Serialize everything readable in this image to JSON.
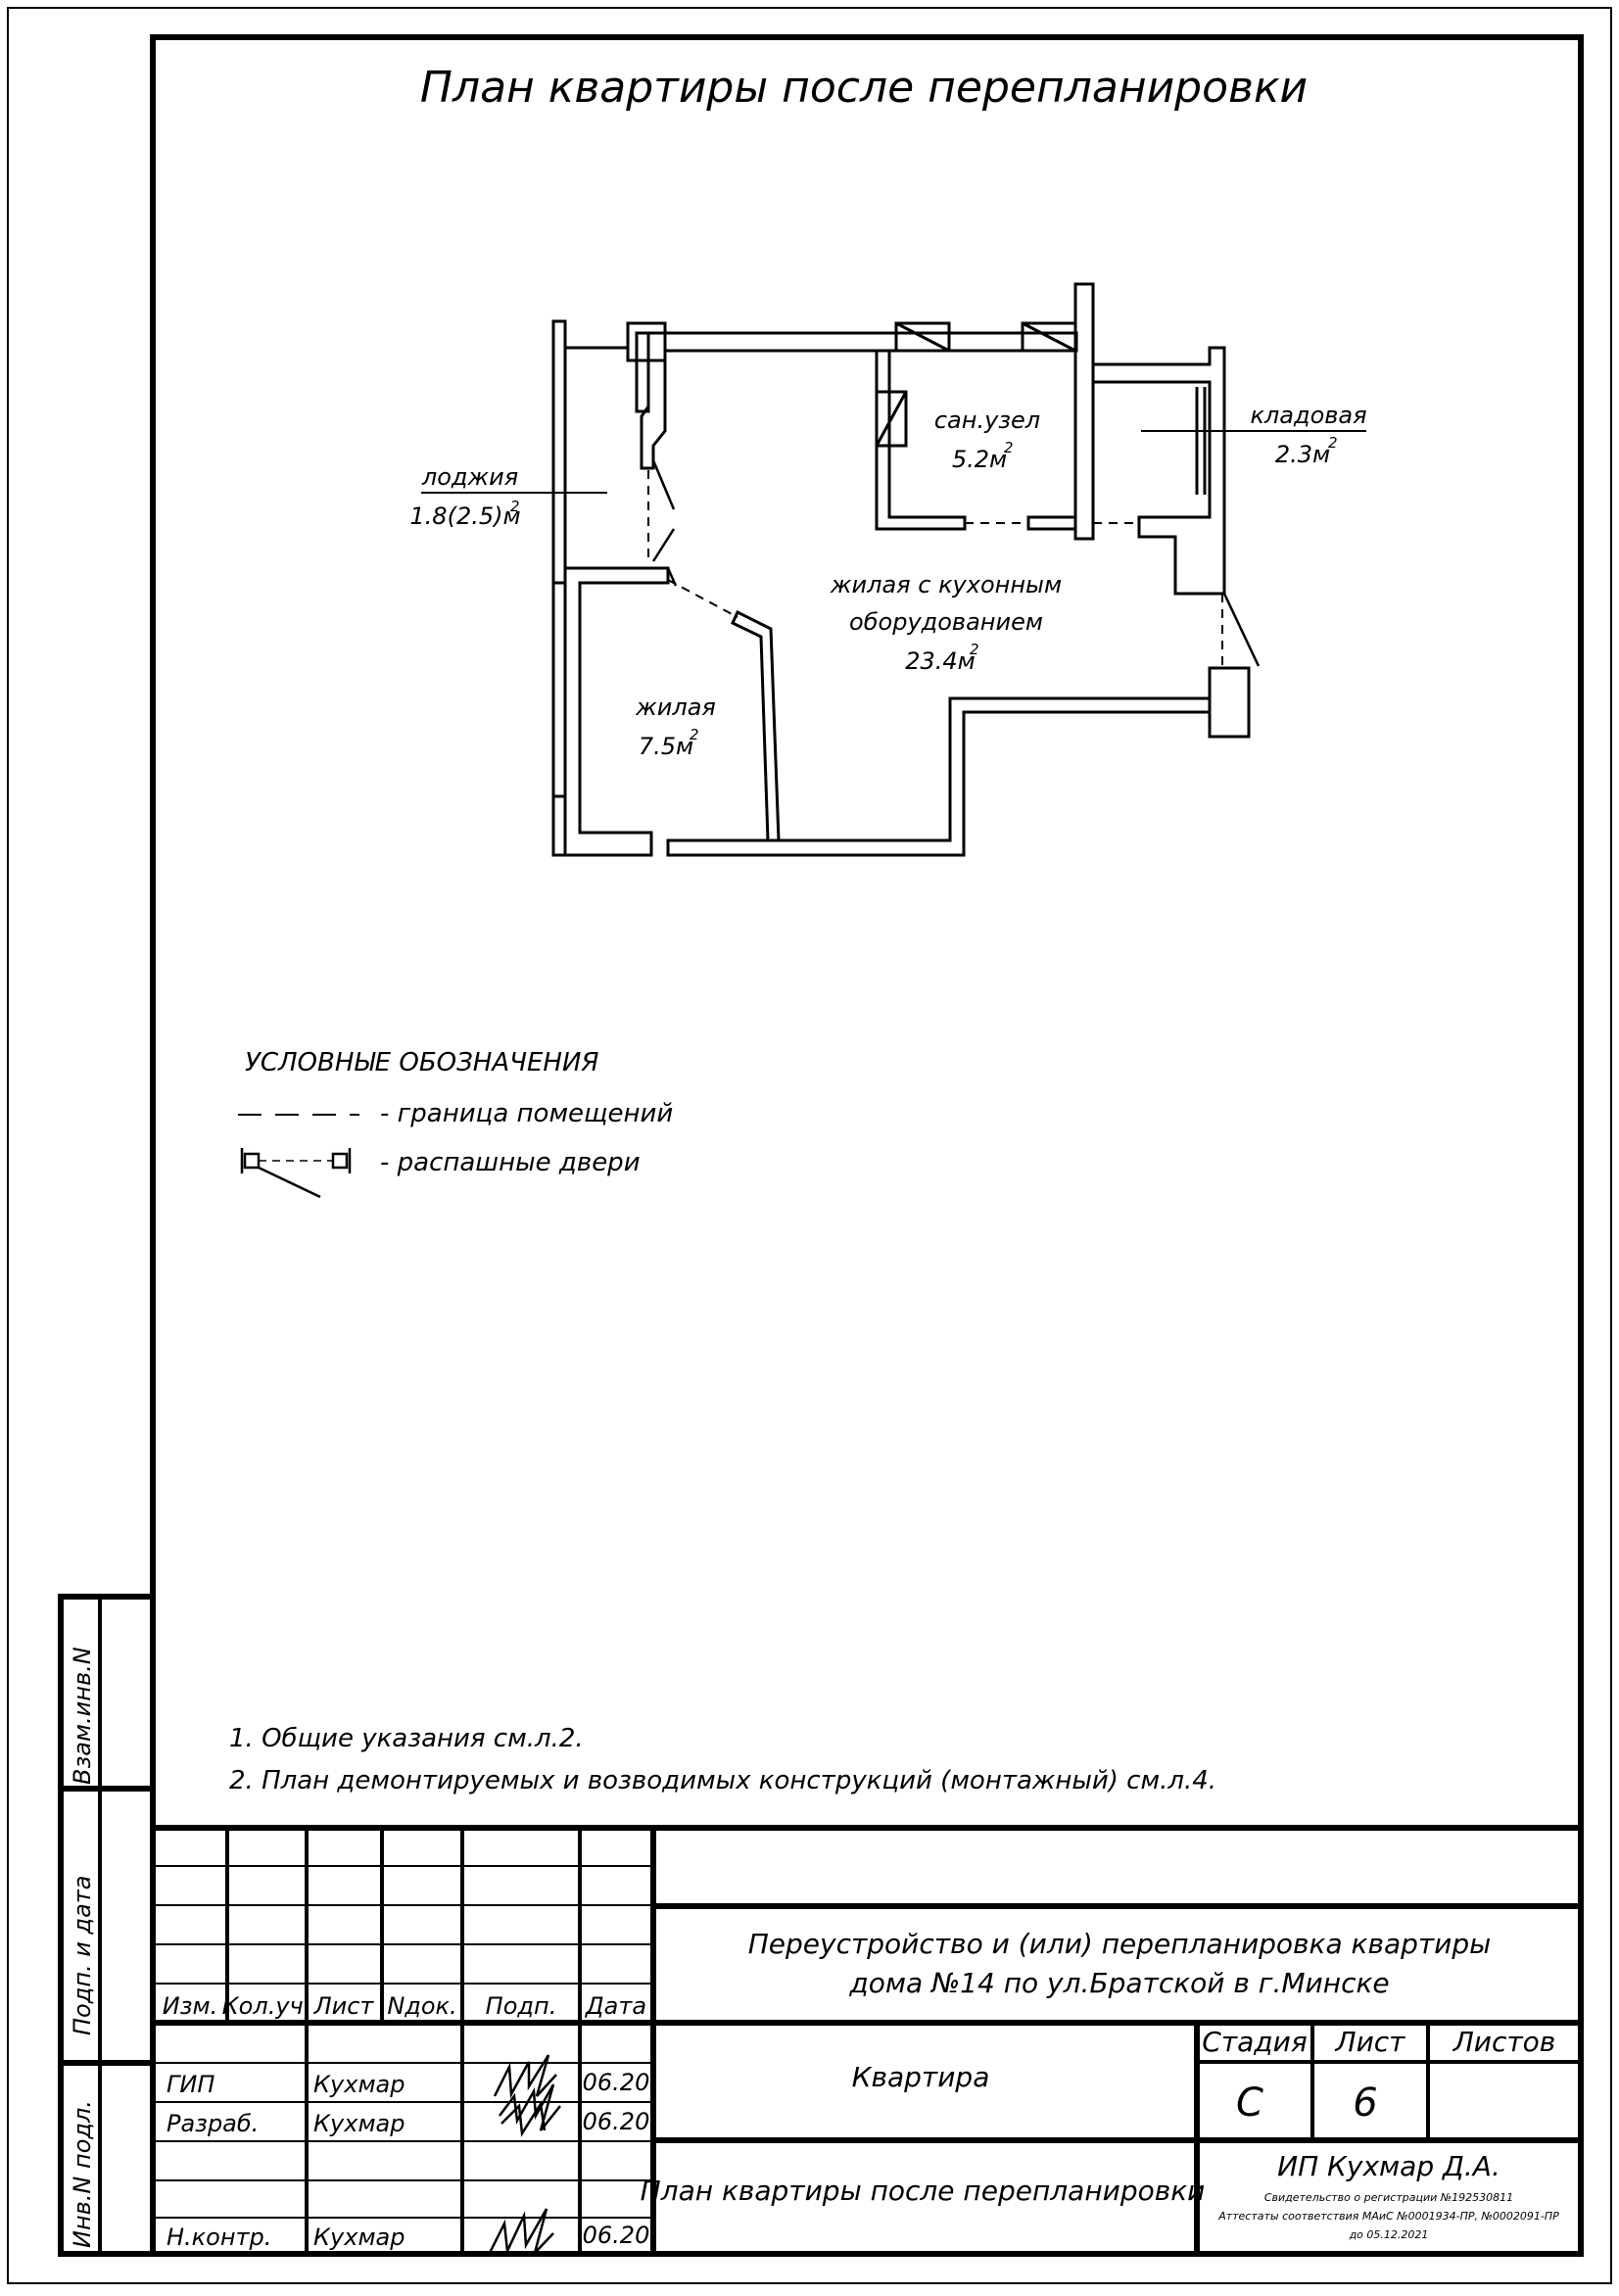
{
  "title": "План квартиры после перепланировки",
  "plan": {
    "rooms": [
      {
        "name": "лоджия",
        "area": "1.8(2.5)м",
        "sup": "2"
      },
      {
        "name": "сан.узел",
        "area": "5.2м",
        "sup": "2"
      },
      {
        "name": "кладовая",
        "area": "2.3м",
        "sup": "2"
      },
      {
        "name_line1": "жилая с кухонным",
        "name_line2": "оборудованием",
        "area": "23.4м",
        "sup": "2"
      },
      {
        "name": "жилая",
        "area": "7.5м",
        "sup": "2"
      }
    ]
  },
  "legend": {
    "heading": "УСЛОВНЫЕ ОБОЗНАЧЕНИЯ",
    "items": [
      "- граница помещений",
      "- распашные двери"
    ]
  },
  "notes": [
    "1.  Общие указания см.л.2.",
    "2.  План демонтируемых и возводимых конструкций (монтажный) см.л.4."
  ],
  "side_stamps": [
    "Взам.инв.N",
    "Подп. и дата",
    "Инв.N подл."
  ],
  "title_block": {
    "headers": {
      "izm": "Изм.",
      "kol": "Кол.уч.",
      "list": "Лист",
      "ndok": "Nдок.",
      "podp": "Подп.",
      "data": "Дата"
    },
    "rows": [
      {
        "role": "ГИП",
        "name": "Кухмар",
        "date": "06.20"
      },
      {
        "role": "Разраб.",
        "name": "Кухмар",
        "date": "06.20"
      },
      {
        "role": "Н.контр.",
        "name": "Кухмар",
        "date": "06.20"
      }
    ],
    "project_line1": "Переустройство и (или) перепланировка квартиры",
    "project_line2": "дома №14 по ул.Братской в г.Минске",
    "object": "Квартира",
    "sheet_title": "План квартиры после перепланировки",
    "stage_label": "Стадия",
    "sheet_label": "Лист",
    "sheets_label": "Листов",
    "stage": "С",
    "sheet": "6",
    "sheets": "",
    "company": "ИП Кухмар Д.А.",
    "cert_line1": "Свидетельство о регистрации №192530811",
    "cert_line2": "Аттестаты соответствия МАиС №0001934-ПР, №0002091-ПР",
    "cert_line3": "до 05.12.2021"
  }
}
